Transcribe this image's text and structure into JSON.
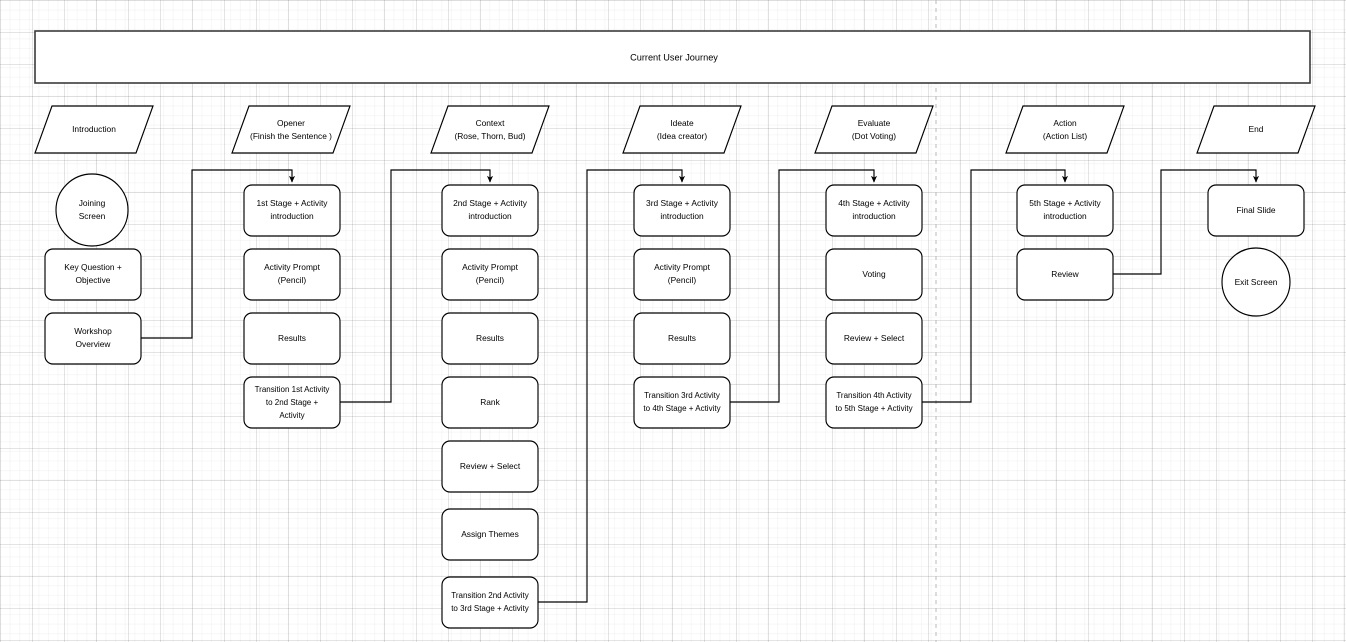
{
  "diagram": {
    "title_band": "Current User Journey",
    "divider": "vertical-dashed-divider",
    "columns": [
      {
        "id": "introduction",
        "header": {
          "line1": "Introduction",
          "line2": ""
        },
        "nodes": [
          {
            "shape": "circle",
            "line1": "Joining",
            "line2": "Screen"
          },
          {
            "shape": "rounded",
            "line1": "Key Question +",
            "line2": "Objective"
          },
          {
            "shape": "rounded",
            "line1": "Workshop",
            "line2": "Overview"
          }
        ]
      },
      {
        "id": "opener",
        "header": {
          "line1": "Opener",
          "line2": "(Finish the Sentence )"
        },
        "nodes": [
          {
            "shape": "rounded",
            "line1": "1st Stage + Activity",
            "line2": "introduction"
          },
          {
            "shape": "rounded",
            "line1": "Activity Prompt",
            "line2": "(Pencil)"
          },
          {
            "shape": "rounded",
            "line1": "Results",
            "line2": ""
          },
          {
            "shape": "rounded",
            "line1": "Transition 1st Activity",
            "line2": "to 2nd Stage +",
            "line3": "Activity"
          }
        ]
      },
      {
        "id": "context",
        "header": {
          "line1": "Context",
          "line2": "(Rose, Thorn, Bud)"
        },
        "nodes": [
          {
            "shape": "rounded",
            "line1": "2nd Stage + Activity",
            "line2": "introduction"
          },
          {
            "shape": "rounded",
            "line1": "Activity Prompt",
            "line2": "(Pencil)"
          },
          {
            "shape": "rounded",
            "line1": "Results",
            "line2": ""
          },
          {
            "shape": "rounded",
            "line1": "Rank",
            "line2": ""
          },
          {
            "shape": "rounded",
            "line1": "Review + Select",
            "line2": ""
          },
          {
            "shape": "rounded",
            "line1": "Assign Themes",
            "line2": ""
          },
          {
            "shape": "rounded",
            "line1": "Transition 2nd Activity",
            "line2": "to 3rd Stage + Activity"
          }
        ]
      },
      {
        "id": "ideate",
        "header": {
          "line1": "Ideate",
          "line2": "(Idea creator)"
        },
        "nodes": [
          {
            "shape": "rounded",
            "line1": "3rd Stage + Activity",
            "line2": "introduction"
          },
          {
            "shape": "rounded",
            "line1": "Activity Prompt",
            "line2": "(Pencil)"
          },
          {
            "shape": "rounded",
            "line1": "Results",
            "line2": ""
          },
          {
            "shape": "rounded",
            "line1": "Transition 3rd Activity",
            "line2": "to 4th Stage + Activity"
          }
        ]
      },
      {
        "id": "evaluate",
        "header": {
          "line1": "Evaluate",
          "line2": "(Dot Voting)"
        },
        "nodes": [
          {
            "shape": "rounded",
            "line1": "4th Stage + Activity",
            "line2": "introduction"
          },
          {
            "shape": "rounded",
            "line1": "Voting",
            "line2": ""
          },
          {
            "shape": "rounded",
            "line1": "Review + Select",
            "line2": ""
          },
          {
            "shape": "rounded",
            "line1": "Transition 4th Activity",
            "line2": "to 5th Stage + Activity"
          }
        ]
      },
      {
        "id": "action",
        "header": {
          "line1": "Action",
          "line2": "(Action List)"
        },
        "nodes": [
          {
            "shape": "rounded",
            "line1": "5th Stage + Activity",
            "line2": "introduction"
          },
          {
            "shape": "rounded",
            "line1": "Review",
            "line2": ""
          }
        ]
      },
      {
        "id": "end",
        "header": {
          "line1": "End",
          "line2": ""
        },
        "nodes": [
          {
            "shape": "rounded",
            "line1": "Final Slide",
            "line2": ""
          },
          {
            "shape": "circle",
            "line1": "Exit Screen",
            "line2": ""
          }
        ]
      }
    ],
    "connections": [
      {
        "from": "workshop-overview",
        "to": "1st-stage-activity-introduction"
      },
      {
        "from": "transition-1st-activity",
        "to": "2nd-stage-activity-introduction"
      },
      {
        "from": "transition-2nd-activity",
        "to": "3rd-stage-activity-introduction"
      },
      {
        "from": "transition-3rd-activity",
        "to": "4th-stage-activity-introduction"
      },
      {
        "from": "transition-4th-activity",
        "to": "5th-stage-activity-introduction"
      },
      {
        "from": "review",
        "to": "final-slide"
      }
    ],
    "colors": {
      "stroke": "#000000",
      "band_stroke": "#3b3b3b",
      "fill": "#ffffff",
      "grid_minor": "#f2f2f2",
      "grid_major": "#e3e3e3",
      "divider": "#b9b9b9"
    }
  }
}
